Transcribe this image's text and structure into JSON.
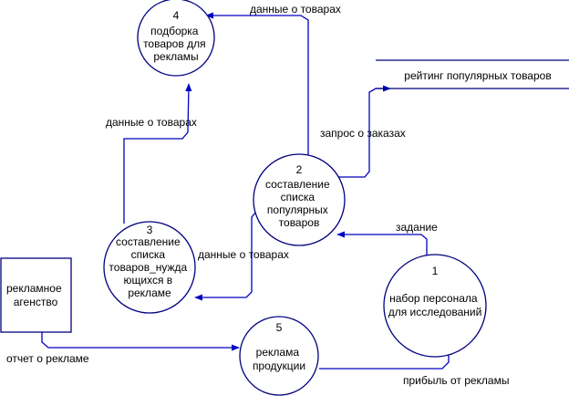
{
  "processes": [
    {
      "id": "1",
      "number": "1",
      "lines": [
        "набор персонала",
        "для исследований"
      ]
    },
    {
      "id": "2",
      "number": "2",
      "lines": [
        "составление",
        "списка",
        "популярных",
        "товаров"
      ]
    },
    {
      "id": "3",
      "number": "3",
      "lines": [
        "составление",
        "списка",
        "товаров_нужда",
        "ющихся в",
        "рекламе"
      ]
    },
    {
      "id": "4",
      "number": "4",
      "lines": [
        "подборка",
        "товаров для",
        "рекламы"
      ]
    },
    {
      "id": "5",
      "number": "5",
      "lines": [
        "реклама",
        "продукции"
      ]
    }
  ],
  "external_entity": {
    "lines": [
      "рекламное",
      "агенство"
    ]
  },
  "data_store": {
    "label": "рейтинг популярных товаров"
  },
  "flows": {
    "f1_2": "задание",
    "f2_4": "данные о товарах",
    "f2_store": "запрос о заказах",
    "f2_3": "данные о товарах",
    "f3_4": "данные о товарах",
    "fext_5": "отчет о рекламе",
    "f5_1": "прибыль от рекламы"
  },
  "colors": {
    "shape_stroke": "#000080",
    "flow_stroke": "#0000c0",
    "text": "#000000"
  }
}
